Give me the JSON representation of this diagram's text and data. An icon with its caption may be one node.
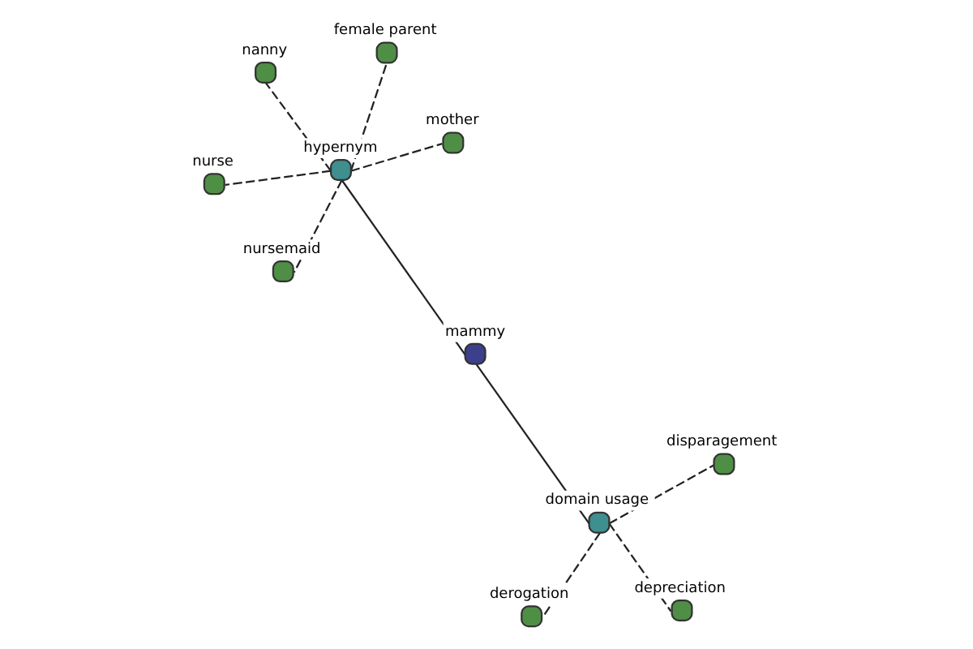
{
  "diagram": {
    "nodes": [
      {
        "text": [
          "nurse"
        ]
      },
      {
        "text": [
          "mother"
        ]
      },
      {
        "text": [
          "nursemaid"
        ]
      },
      {
        "text": [
          "female parent"
        ]
      },
      {
        "text": [
          "hypernym"
        ]
      },
      {
        "text": [
          "nanny"
        ]
      },
      {
        "text": [
          "mammy"
        ]
      },
      {
        "text": [
          "domain usage"
        ]
      },
      {
        "text": [
          "derogation"
        ]
      },
      {
        "text": [
          "depreciation"
        ]
      },
      {
        "text": [
          "disparagement"
        ]
      }
    ],
    "edges": [
      {
        "from": 4,
        "to": 0,
        "arrow": "none",
        "style": "dashed"
      },
      {
        "from": 4,
        "to": 1,
        "arrow": "none",
        "style": "dashed"
      },
      {
        "from": 4,
        "to": 2,
        "arrow": "none",
        "style": "dashed"
      },
      {
        "from": 4,
        "to": 3,
        "arrow": "none",
        "style": "dashed"
      },
      {
        "from": 4,
        "to": 5,
        "arrow": "none",
        "style": "dashed"
      },
      {
        "from": 6,
        "to": 4,
        "arrow": "none"
      },
      {
        "from": 6,
        "to": 7,
        "arrow": "none"
      },
      {
        "from": 7,
        "to": 8,
        "arrow": "none",
        "style": "dashed"
      },
      {
        "from": 7,
        "to": 9,
        "arrow": "none",
        "style": "dashed"
      },
      {
        "from": 7,
        "to": 10,
        "arrow": "none",
        "style": "dashed"
      }
    ]
  }
}
